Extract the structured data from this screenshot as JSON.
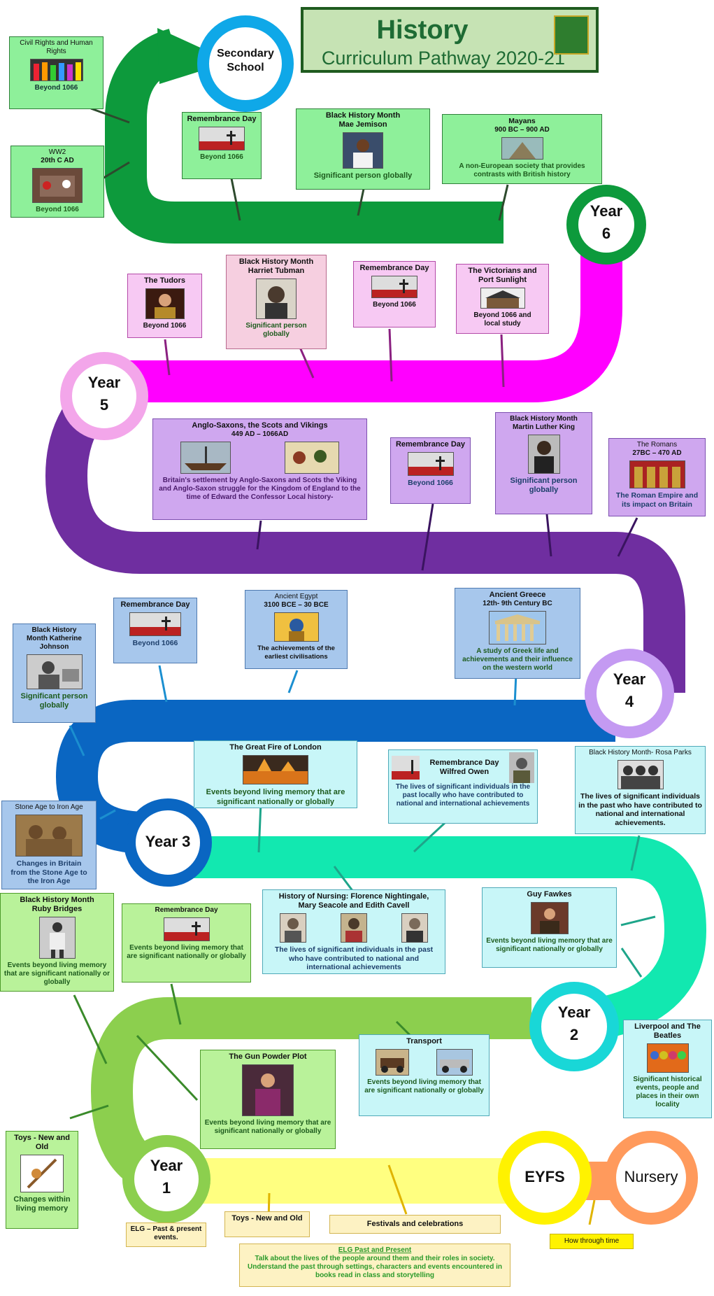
{
  "title": {
    "main": "History",
    "sub": "Curriculum Pathway 2020-21"
  },
  "milestones": {
    "secondary": "Secondary School",
    "year6": [
      "Year",
      "6"
    ],
    "year5": [
      "Year",
      "5"
    ],
    "year4": [
      "Year",
      "4"
    ],
    "year3": "Year 3",
    "year2": [
      "Year",
      "2"
    ],
    "year1": [
      "Year",
      "1"
    ],
    "eyfs": "EYFS",
    "nursery": "Nursery"
  },
  "colors": {
    "secondary": "#0fa8e8",
    "year6": "#0d9a3c",
    "year5": "#ff00ff",
    "year4": "#6f2ea0",
    "year3": "#0a66c2",
    "year2": "#12e8b0",
    "year1": "#8ccf4e",
    "eyfs": "#fff45a",
    "nursery": "#ff9a5c"
  },
  "boxes": {
    "civil": {
      "title": "Civil Rights and Human Rights",
      "desc": "Beyond 1066"
    },
    "ww2": {
      "title": "WW2",
      "sub": "20th C AD",
      "desc": "Beyond 1066"
    },
    "y6_remembrance": {
      "title": "Remembrance Day",
      "desc": "Beyond 1066"
    },
    "y6_bhm": {
      "title": "Black History Month Mae Jemison",
      "desc": "Significant person globally"
    },
    "mayans": {
      "title": "Mayans",
      "sub": "900 BC – 900 AD",
      "desc": "A non-European society that provides contrasts with British history"
    },
    "tudors": {
      "title": "The Tudors",
      "desc": "Beyond 1066"
    },
    "y5_bhm": {
      "title": "Black History Month Harriet Tubman",
      "desc": "Significant person globally"
    },
    "y5_remembrance": {
      "title": "Remembrance Day",
      "desc": "Beyond 1066"
    },
    "victorians": {
      "title": "The Victorians and Port Sunlight",
      "desc": "Beyond 1066 and local study"
    },
    "anglo": {
      "title": "Anglo-Saxons, the Scots and Vikings",
      "sub": "449 AD – 1066AD",
      "desc": "Britain's settlement by Anglo-Saxons and Scots the Viking and Anglo-Saxon struggle for the Kingdom of England to the time of Edward the Confessor Local history-"
    },
    "y4_remembrance": {
      "title": "Remembrance Day",
      "desc": "Beyond 1066"
    },
    "y4_bhm": {
      "title": "Black History Month Martin Luther King",
      "desc": "Significant person globally"
    },
    "romans": {
      "title": "The Romans",
      "sub": "27BC – 470 AD",
      "desc": "The Roman Empire and its impact on Britain"
    },
    "y3_bhm": {
      "title": "Black History Month Katherine Johnson",
      "desc": "Significant person globally"
    },
    "y3_remembrance": {
      "title": "Remembrance Day",
      "desc": "Beyond 1066"
    },
    "egypt": {
      "title": "Ancient Egypt",
      "sub": "3100 BCE – 30 BCE",
      "desc": "The achievements of the earliest civilisations"
    },
    "greece": {
      "title": "Ancient Greece",
      "sub": "12th- 9th Century BC",
      "desc": "A study of Greek life and achievements and their influence on the western world"
    },
    "stone": {
      "title": "Stone Age to Iron Age",
      "desc": "Changes in Britain from the Stone Age to the Iron Age"
    },
    "fire": {
      "title": "The Great Fire of London",
      "desc": "Events beyond living memory that are significant nationally or globally"
    },
    "owen": {
      "title": "Remembrance Day Wilfred Owen",
      "desc": "The lives of significant individuals in the past locally who have contributed to national and international achievements"
    },
    "parks": {
      "title": "Black History Month- Rosa Parks",
      "desc": "The lives of significant individuals in the past who have contributed to national and international achievements."
    },
    "ruby": {
      "title": "Black History Month Ruby Bridges",
      "desc": "Events beyond living memory that are significant nationally or globally"
    },
    "y2_remembrance": {
      "title": "Remembrance Day",
      "desc": "Events beyond living memory that are significant nationally or globally"
    },
    "nursing": {
      "title": "History of Nursing: Florence Nightingale, Mary Seacole and Edith Cavell",
      "desc": "The lives of significant individuals in the past who have contributed to national and international achievements"
    },
    "fawkes": {
      "title": "Guy Fawkes",
      "desc": "Events beyond living memory that are significant nationally or globally"
    },
    "gunpowder": {
      "title": "The Gun Powder Plot",
      "desc": "Events beyond living memory that are significant nationally or globally"
    },
    "transport": {
      "title": "Transport",
      "desc": "Events beyond living memory that are significant nationally or globally"
    },
    "beatles": {
      "title": "Liverpool and The Beatles",
      "desc": "Significant historical events, people and places in their own locality"
    },
    "toys_y1": {
      "title": "Toys - New and Old",
      "desc": "Changes within living memory"
    },
    "elg_past": {
      "title": "ELG – Past & present events."
    },
    "toys_eyfs": {
      "title": "Toys - New and Old"
    },
    "festivals": {
      "title": "Festivals and celebrations"
    },
    "elg_main": {
      "title": "ELG Past and Present",
      "desc": "Talk about the lives of the people around them and their roles in society. Understand the past through settings, characters and events encountered in books read in class and storytelling"
    },
    "how": {
      "title": "How through time"
    }
  }
}
